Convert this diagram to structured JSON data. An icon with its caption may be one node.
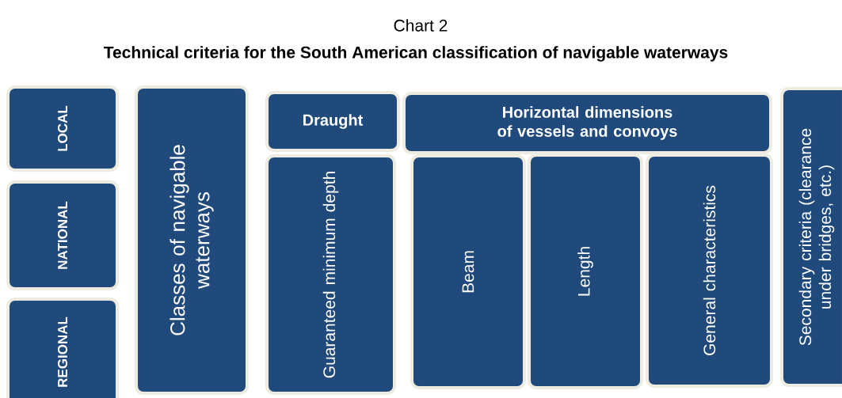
{
  "diagram": {
    "title": "Technical criteria for the South American classification of navigable waterways",
    "nodes": [
      {
        "text": [
          "LOCAL"
        ]
      },
      {
        "text": [
          "NATIONAL"
        ]
      },
      {
        "text": [
          "REGIONAL"
        ]
      },
      {
        "text": [
          "Classes of navigable waterways"
        ]
      },
      {
        "text": [
          "Draught"
        ]
      },
      {
        "text": [
          "Horizontal dimensions of vessels and convoys"
        ]
      },
      {
        "text": [
          "Guaranteed minimum depth"
        ]
      },
      {
        "text": [
          "Beam"
        ]
      },
      {
        "text": [
          "Length"
        ]
      },
      {
        "text": [
          "General characteristics"
        ]
      },
      {
        "text": [
          "Secondary criteria (clearance under bridges, etc.)"
        ]
      }
    ],
    "labels": [
      "Chart 2"
    ]
  }
}
